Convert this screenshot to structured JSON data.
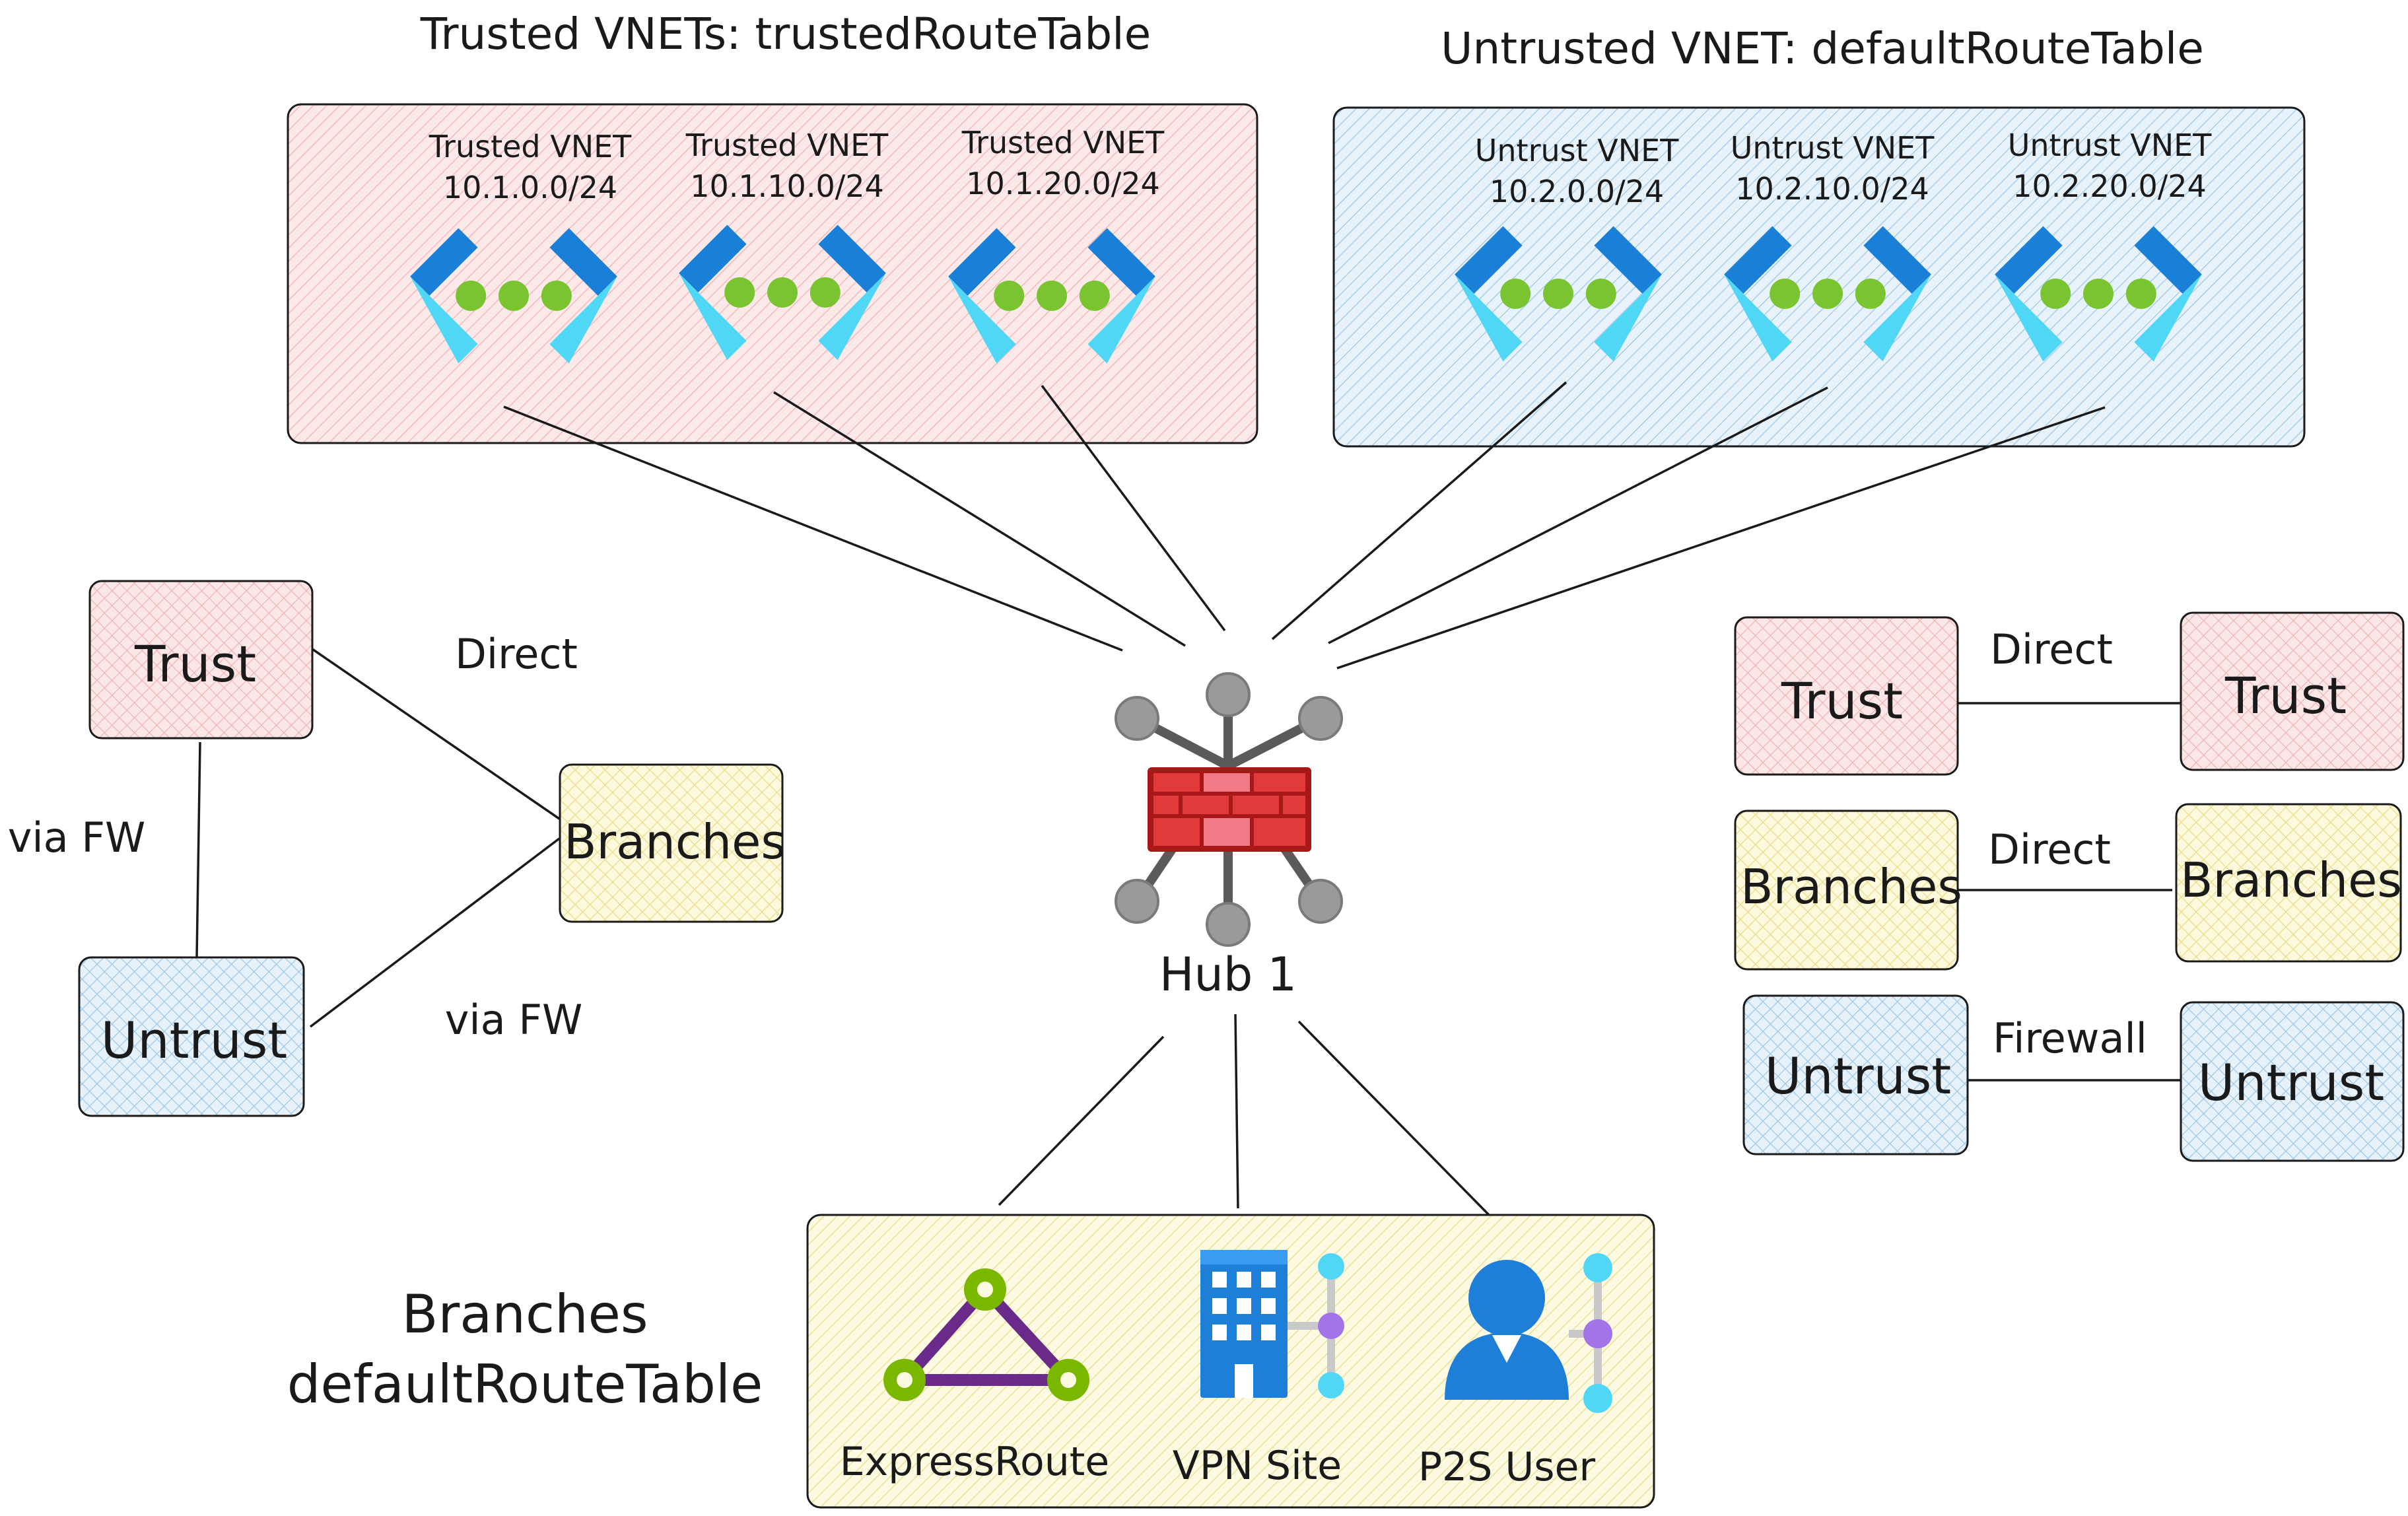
{
  "trusted_group": {
    "title": "Trusted VNETs: trustedRouteTable",
    "vnets": [
      {
        "name": "Trusted VNET",
        "cidr": "10.1.0.0/24"
      },
      {
        "name": "Trusted VNET",
        "cidr": "10.1.10.0/24"
      },
      {
        "name": "Trusted VNET",
        "cidr": "10.1.20.0/24"
      }
    ]
  },
  "untrusted_group": {
    "title": "Untrusted VNET: defaultRouteTable",
    "vnets": [
      {
        "name": "Untrust VNET",
        "cidr": "10.2.0.0/24"
      },
      {
        "name": "Untrust VNET",
        "cidr": "10.2.10.0/24"
      },
      {
        "name": "Untrust VNET",
        "cidr": "10.2.20.0/24"
      }
    ]
  },
  "hub": {
    "label": "Hub 1",
    "icon": "firewall-hub-icon"
  },
  "branches_group": {
    "title_line1": "Branches",
    "title_line2": "defaultRouteTable",
    "items": [
      {
        "label": "ExpressRoute",
        "icon": "expressroute-icon"
      },
      {
        "label": "VPN Site",
        "icon": "vpn-site-icon"
      },
      {
        "label": "P2S User",
        "icon": "p2s-user-icon"
      }
    ]
  },
  "left_flow": {
    "trust": "Trust",
    "untrust": "Untrust",
    "branches": "Branches",
    "label_direct": "Direct",
    "label_via_fw_vertical": "via FW",
    "label_via_fw_bottom": "via FW"
  },
  "right_flow": {
    "rows": [
      {
        "left": "Trust",
        "right": "Trust",
        "label": "Direct"
      },
      {
        "left": "Branches",
        "right": "Branches",
        "label": "Direct"
      },
      {
        "left": "Untrust",
        "right": "Untrust",
        "label": "Firewall"
      }
    ]
  },
  "colors": {
    "trust_fill": "#fbe7e7",
    "trust_hatch": "#f0b4b4",
    "untrust_fill": "#e6f1fa",
    "untrust_hatch": "#9fc8e8",
    "branch_fill": "#fdf9dd",
    "branch_hatch": "#eadb8a",
    "vnet_dark": "#1a7fd6",
    "vnet_light": "#50d7f5",
    "vnet_dot": "#7ac431",
    "firewall_red": "#d22a2a",
    "expressroute_purple": "#6a2a8a",
    "expressroute_green": "#7ab800"
  }
}
